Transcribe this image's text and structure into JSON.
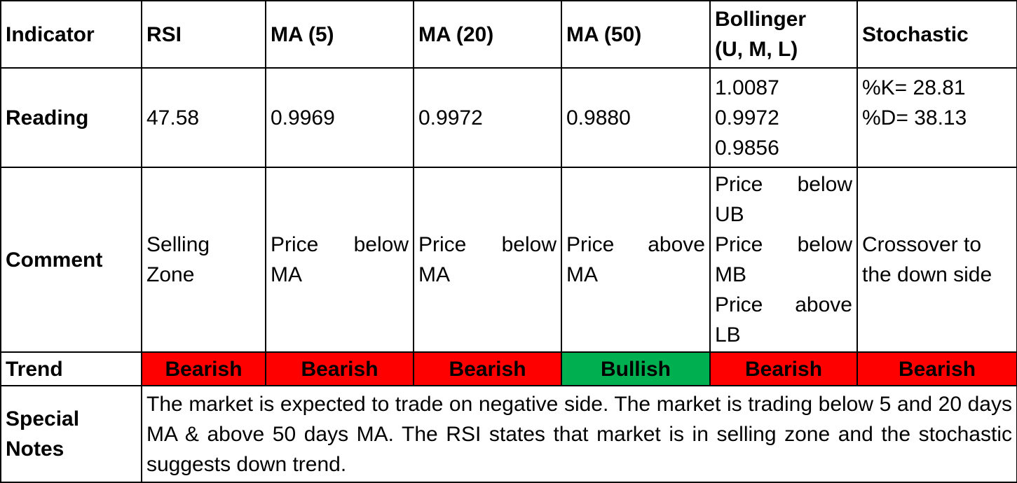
{
  "columns": {
    "label": "Indicator",
    "rsi": "RSI",
    "ma5": "MA (5)",
    "ma20": "MA (20)",
    "ma50": "MA (50)",
    "bollinger_line1": "Bollinger",
    "bollinger_line2": "(U, M, L)",
    "stochastic": "Stochastic"
  },
  "reading": {
    "label": "Reading",
    "rsi": "47.58",
    "ma5": "0.9969",
    "ma20": "0.9972",
    "ma50": "0.9880",
    "bollinger": [
      "1.0087",
      "0.9972",
      "0.9856"
    ],
    "stochastic": [
      "%K= 28.81",
      "%D= 38.13"
    ]
  },
  "comment": {
    "label": "Comment",
    "rsi": "Selling Zone",
    "ma5": "Price below MA",
    "ma20": "Price below MA",
    "ma50": "Price above MA",
    "bollinger": [
      "Price below UB",
      "Price below MB",
      "Price above LB"
    ],
    "stochastic": "Crossover to the down side"
  },
  "trend": {
    "label": "Trend",
    "rsi": "Bearish",
    "ma5": "Bearish",
    "ma20": "Bearish",
    "ma50": "Bullish",
    "bollinger": "Bearish",
    "stochastic": "Bearish"
  },
  "notes": {
    "label_line1": "Special",
    "label_line2": "Notes",
    "text": "The market is expected to trade on negative side. The market is trading below 5 and 20 days MA & above 50 days MA. The RSI states that market is in selling zone and the stochastic suggests down trend."
  },
  "colors": {
    "bearish": "#FF0000",
    "bullish": "#00B050",
    "border": "#000000",
    "text": "#000000"
  }
}
